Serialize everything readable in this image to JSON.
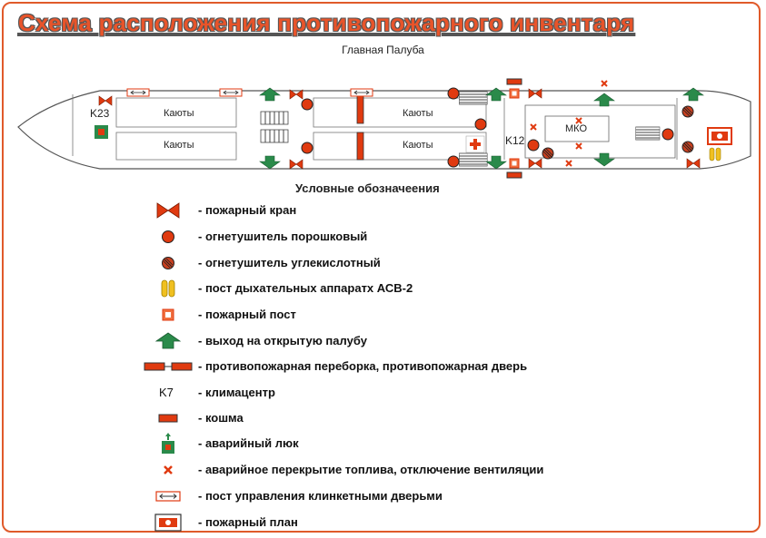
{
  "title": "Схема расположения противопожарного инвентаря",
  "subtitle": "Главная Палуба",
  "plan": {
    "rooms": [
      "Каюты",
      "Каюты",
      "Каюты",
      "Каюты",
      "МКО"
    ],
    "codes": [
      "K23",
      "K12"
    ]
  },
  "legend": {
    "title": "Условные обозначеения",
    "items": [
      {
        "icon": "fire-hydrant-icon",
        "label": "- пожарный кран"
      },
      {
        "icon": "powder-extinguisher-icon",
        "label": "- огнетушитель порошковый"
      },
      {
        "icon": "co2-extinguisher-icon",
        "label": "- огнетушитель  углекислотный"
      },
      {
        "icon": "breathing-apparatus-icon",
        "label": "- пост дыхательных аппаратх АСВ-2"
      },
      {
        "icon": "fire-post-icon",
        "label": "- пожарный пост"
      },
      {
        "icon": "exit-arrow-icon",
        "label": "- выход на открытую палубу"
      },
      {
        "icon": "fire-door-icon",
        "label": "- противопожарная переборка, противопожарная дверь"
      },
      {
        "icon": "climate-center-icon",
        "label": "- климацентр",
        "code": "K7"
      },
      {
        "icon": "fire-blanket-icon",
        "label": "- кошма"
      },
      {
        "icon": "emergency-hatch-icon",
        "label": "- аварийный люк"
      },
      {
        "icon": "fuel-shutoff-icon",
        "label": "- аварийное перекрытие топлива, отключение вентиляции"
      },
      {
        "icon": "door-control-post-icon",
        "label": "- пост управления клинкетными дверьми"
      },
      {
        "icon": "fire-plan-icon",
        "label": "- пожарный план"
      }
    ]
  },
  "colors": {
    "accent": "#e8542a",
    "red": "#e03a10",
    "green": "#2a8a4a",
    "yellow": "#f0c020",
    "hull": "#555555"
  }
}
